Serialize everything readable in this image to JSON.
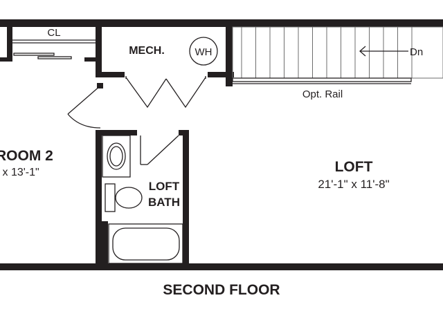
{
  "plan": {
    "title": "SECOND FLOOR",
    "rooms": {
      "bedroom2": {
        "name": "ROOM 2",
        "dims": "' x 13'-1\""
      },
      "loft": {
        "name": "LOFT",
        "dims": "21'-1\" x 11'-8\""
      },
      "loft_bath": {
        "name_line1": "LOFT",
        "name_line2": "BATH"
      },
      "mech": {
        "name": "MECH."
      }
    },
    "fixtures": {
      "closet": "CL",
      "water_heater": "WH",
      "stairs_direction": "Dn",
      "rail": "Opt. Rail"
    },
    "colors": {
      "wall": "#231f20",
      "background": "#ffffff",
      "stair_lines": "#6d6d6d"
    }
  }
}
